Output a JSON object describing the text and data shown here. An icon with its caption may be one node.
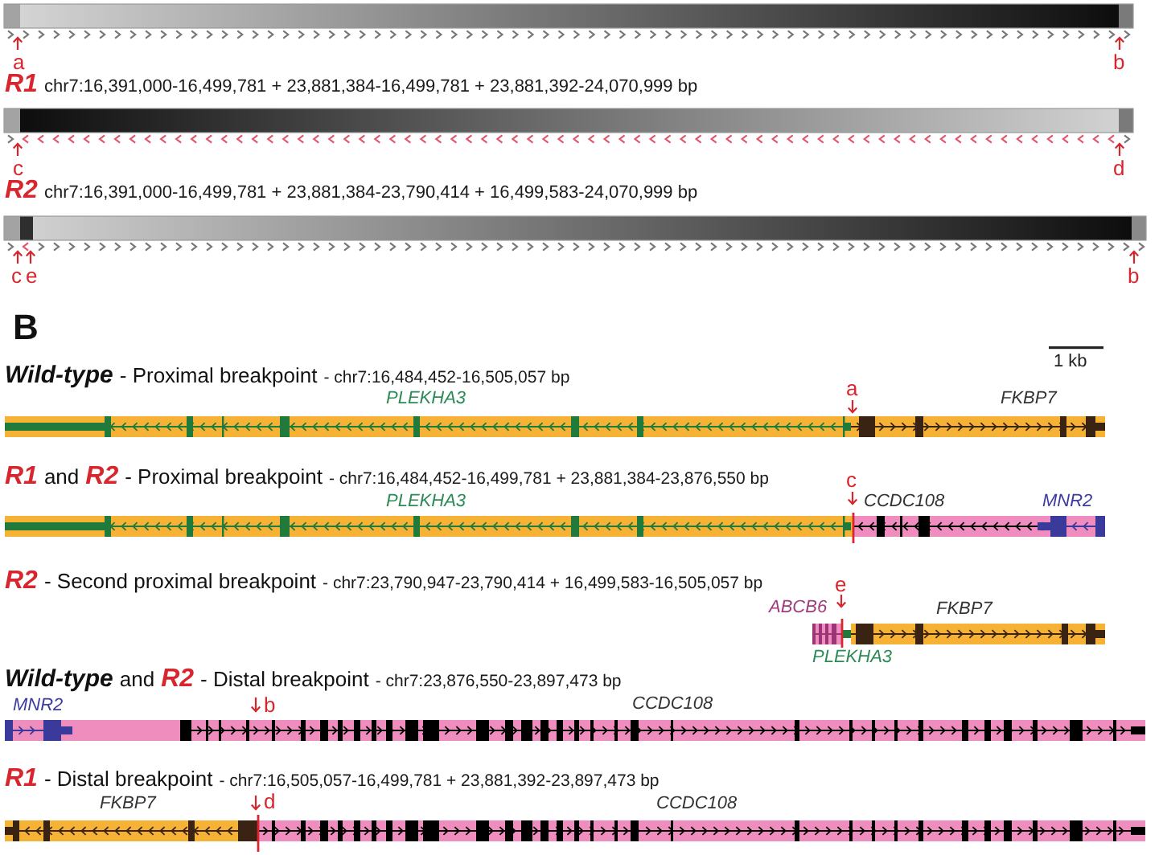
{
  "diagram": {
    "labels": [
      "a",
      "b",
      "R1",
      "chr7:16,391,000-16,499,781 + 23,881,384-16,499,781 + 23,881,392-24,070,999 bp",
      "c",
      "d",
      "R2",
      "chr7:16,391,000-16,499,781 + 23,881,384-23,790,414 + 16,499,583-24,070,999 bp",
      "c",
      "e",
      "b",
      "B",
      "1 kb",
      "Wild-type",
      "- Proximal breakpoint",
      "- chr7:16,484,452-16,505,057 bp",
      "PLEKHA3",
      "a",
      "FKBP7",
      "R1",
      "and",
      "R2",
      "- Proximal breakpoint",
      "- chr7:16,484,452-16,499,781 + 23,881,384-23,876,550 bp",
      "PLEKHA3",
      "c",
      "CCDC108",
      "MNR2",
      "R2",
      "- Second proximal breakpoint",
      "- chr7:23,790,947-23,790,414 + 16,499,583-16,505,057 bp",
      "e",
      "ABCB6",
      "FKBP7",
      "PLEKHA3",
      "Wild-type",
      "and",
      "R2",
      "- Distal breakpoint",
      "- chr7:23,876,550-23,897,473 bp",
      "MNR2",
      "b",
      "CCDC108",
      "R1",
      "- Distal breakpoint",
      "- chr7:16,505,057-16,499,781 + 23,881,392-23,897,473 bp",
      "FKBP7",
      "d",
      "CCDC108"
    ]
  }
}
